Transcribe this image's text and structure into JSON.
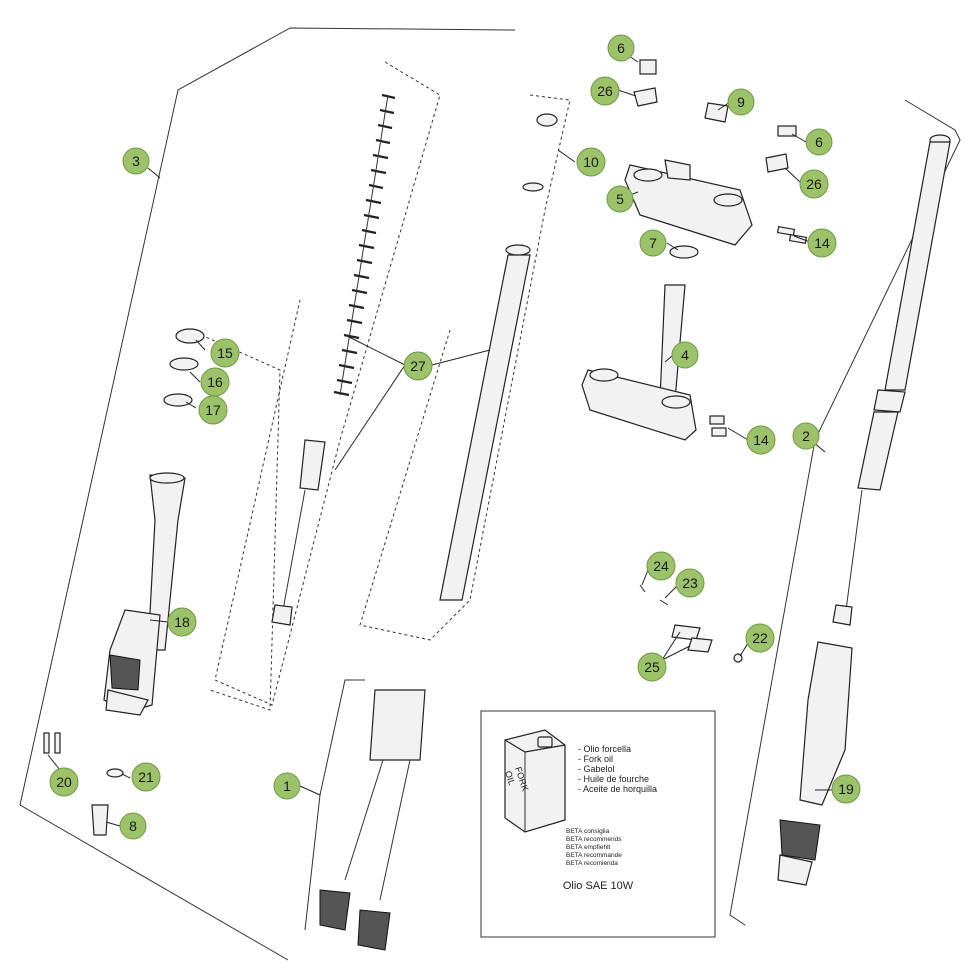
{
  "callouts": [
    {
      "id": "c1",
      "label": "1"
    },
    {
      "id": "c2",
      "label": "2"
    },
    {
      "id": "c3",
      "label": "3"
    },
    {
      "id": "c4",
      "label": "4"
    },
    {
      "id": "c5",
      "label": "5"
    },
    {
      "id": "c6a",
      "label": "6"
    },
    {
      "id": "c6b",
      "label": "6"
    },
    {
      "id": "c7",
      "label": "7"
    },
    {
      "id": "c8",
      "label": "8"
    },
    {
      "id": "c9",
      "label": "9"
    },
    {
      "id": "c10",
      "label": "10"
    },
    {
      "id": "c14a",
      "label": "14"
    },
    {
      "id": "c14b",
      "label": "14"
    },
    {
      "id": "c15",
      "label": "15"
    },
    {
      "id": "c16",
      "label": "16"
    },
    {
      "id": "c17",
      "label": "17"
    },
    {
      "id": "c18",
      "label": "18"
    },
    {
      "id": "c19",
      "label": "19"
    },
    {
      "id": "c20",
      "label": "20"
    },
    {
      "id": "c21",
      "label": "21"
    },
    {
      "id": "c22",
      "label": "22"
    },
    {
      "id": "c23",
      "label": "23"
    },
    {
      "id": "c24",
      "label": "24"
    },
    {
      "id": "c25",
      "label": "25"
    },
    {
      "id": "c26a",
      "label": "26"
    },
    {
      "id": "c26b",
      "label": "26"
    },
    {
      "id": "c27",
      "label": "27"
    }
  ],
  "oil_box": {
    "can_label_line1": "FORK",
    "can_label_line2": "OIL",
    "names": [
      "- Olio forcella",
      "- Fork oil",
      "- Gabelol",
      "- Huile de fourche",
      "- Aceite de horquilla"
    ],
    "recommends": [
      "BETA consiglia",
      "BETA recommends",
      "BETA empfiehlt",
      "BETA recommande",
      "BETA recomienda"
    ],
    "oil_spec": "Olio SAE 10W"
  },
  "colors": {
    "callout_fill": "#9cc26a",
    "callout_stroke": "#6f9a44",
    "line": "#333333"
  }
}
